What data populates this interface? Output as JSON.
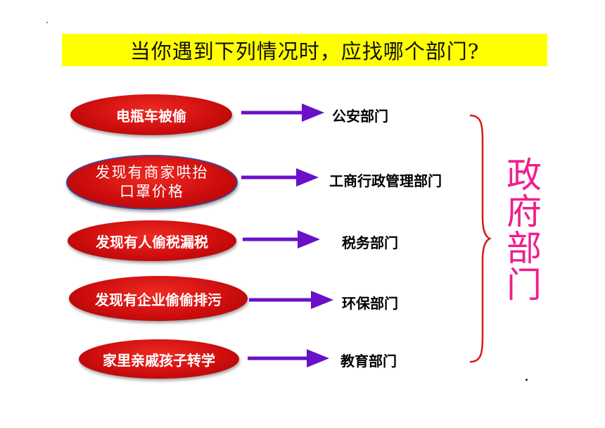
{
  "title": "当你遇到下列情况时，应找哪个部门?",
  "situations": [
    "电瓶车被偷",
    "发现有商家哄抬口罩价格",
    "发现有人偷税漏税",
    "发现有企业偷偷排污",
    "家里亲戚孩子转学"
  ],
  "situation_2_lines": [
    "发现有商家哄抬",
    "口罩价格"
  ],
  "departments": [
    "公安部门",
    "工商行政管理部门",
    "税务部门",
    "环保部门",
    "教育部门"
  ],
  "summary": "政府部门",
  "colors": {
    "title_bg": "#ffff00",
    "oval_red": "#d40f0f",
    "arrow_purple": "#6a10c8",
    "brace_red": "#d11f1f",
    "summary_pink": "#ee1f8e"
  }
}
